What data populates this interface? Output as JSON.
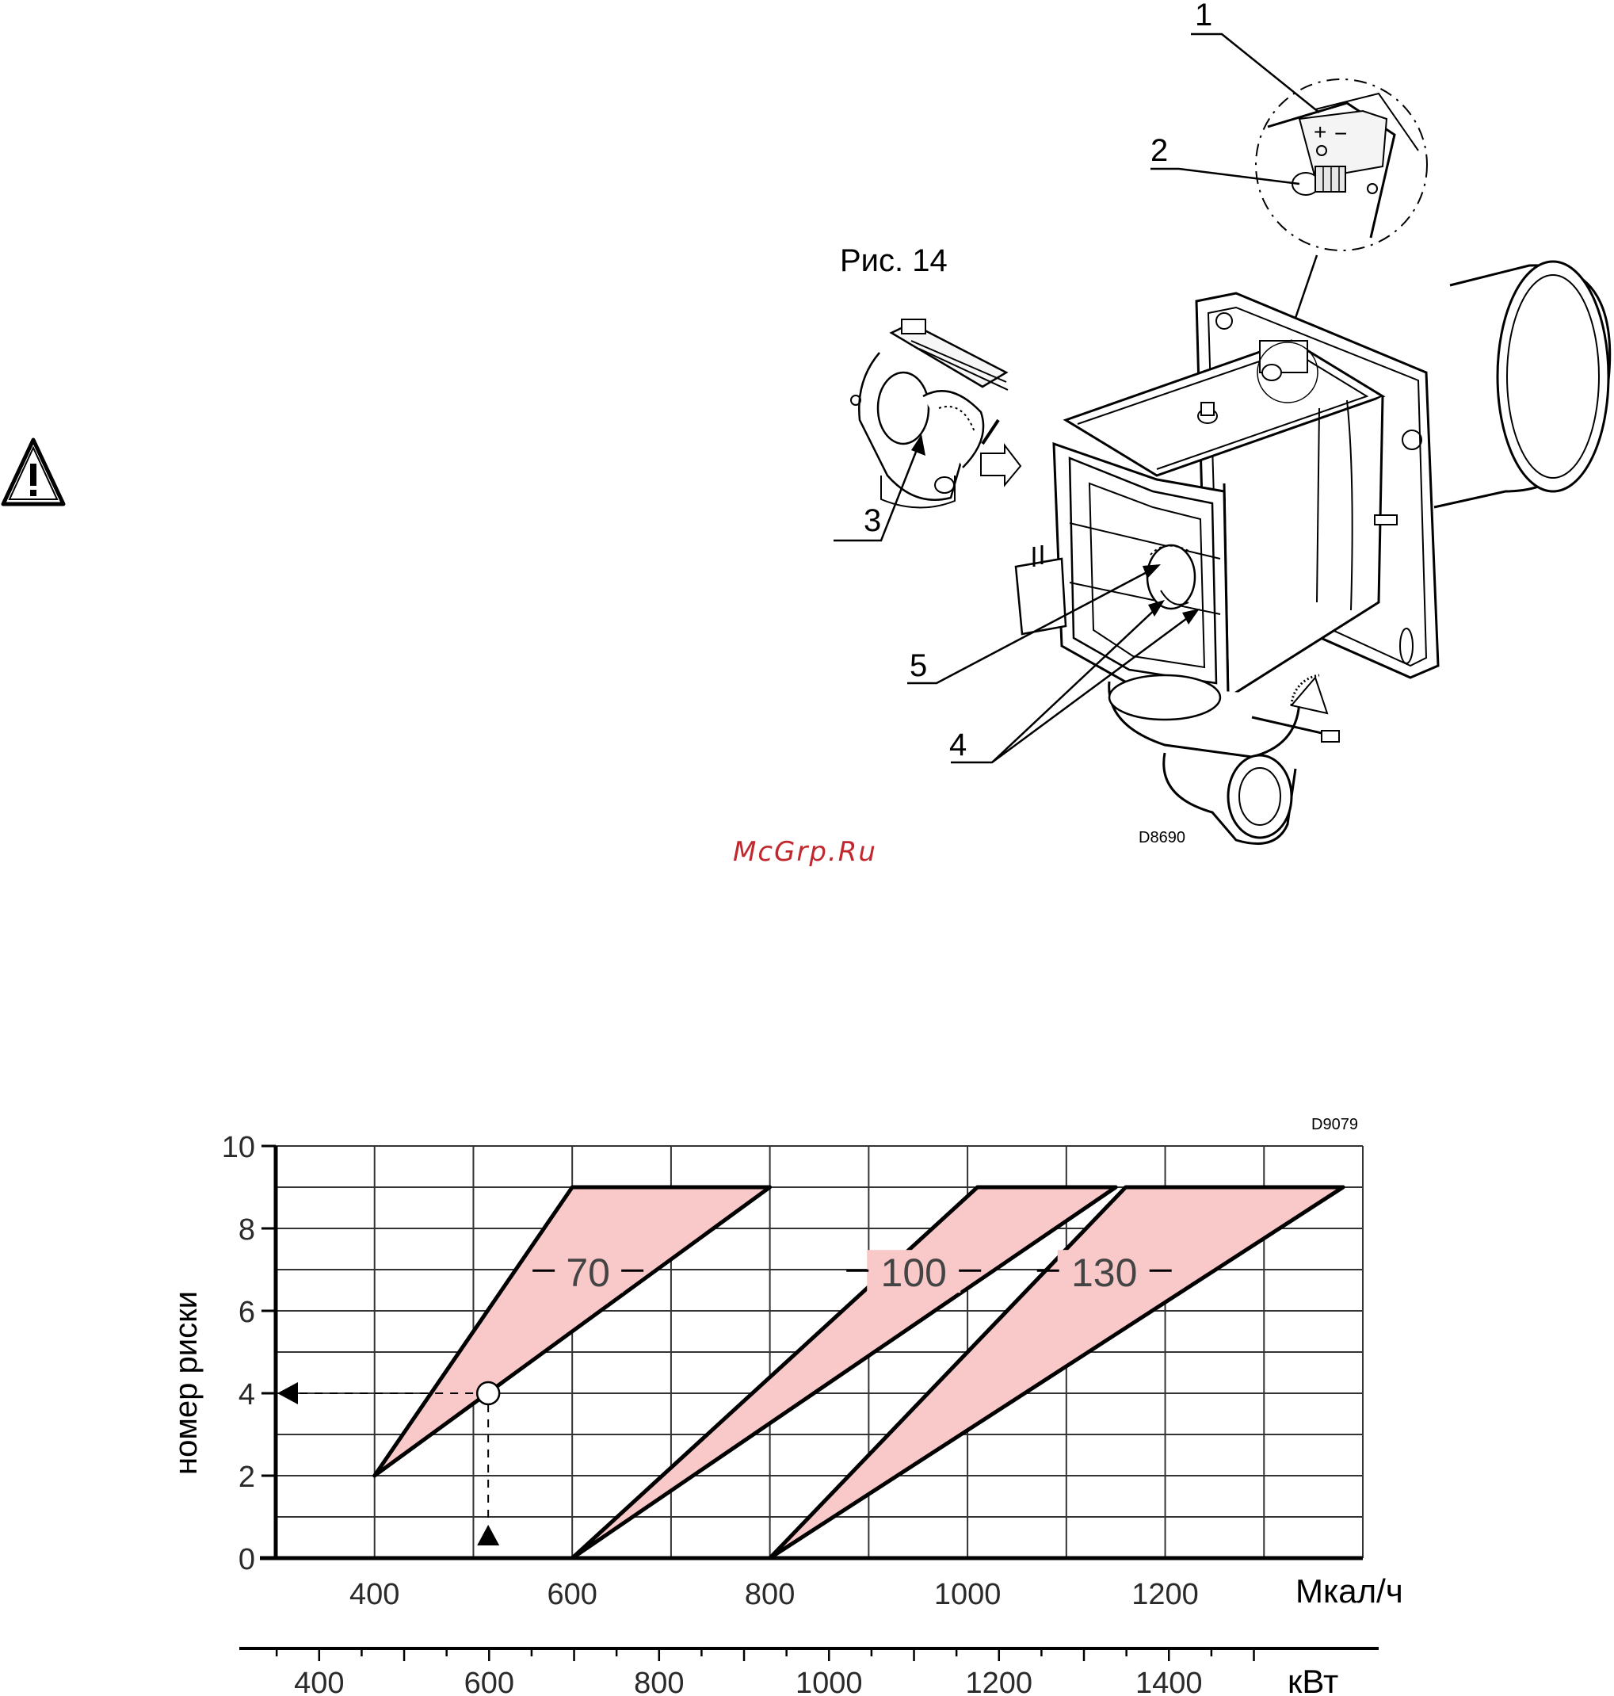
{
  "figure": {
    "caption": "Рис. 14",
    "code": "D8690",
    "callouts": [
      "1",
      "2",
      "3",
      "4",
      "5"
    ]
  },
  "detail": {
    "minus": "−",
    "plus": "+"
  },
  "watermark": "McGrp.Ru",
  "warning_icon": "warning-triangle-icon",
  "chart_data": {
    "type": "area",
    "code": "D9079",
    "ylabel": "номер риски",
    "xlabel": "Мкал/ч",
    "x2label": "кВт",
    "xlim": [
      300,
      1400
    ],
    "ylim": [
      0,
      10
    ],
    "x_ticks": [
      400,
      600,
      800,
      1000,
      1200
    ],
    "y_ticks": [
      0,
      2,
      4,
      6,
      8,
      10
    ],
    "x2_ticks": [
      400,
      600,
      800,
      1000,
      1200,
      1400
    ],
    "x2_per_x": 1.163,
    "grid": true,
    "fill_color": "#f9c9c9",
    "series": [
      {
        "name": "70",
        "polygon": [
          [
            400,
            2
          ],
          [
            600,
            9
          ],
          [
            800,
            9
          ]
        ]
      },
      {
        "name": "100",
        "polygon": [
          [
            600,
            0
          ],
          [
            1010,
            9
          ],
          [
            1150,
            9
          ]
        ]
      },
      {
        "name": "130",
        "polygon": [
          [
            800,
            0
          ],
          [
            1160,
            9
          ],
          [
            1380,
            9
          ]
        ]
      }
    ],
    "example": {
      "x": 515,
      "y": 4
    }
  }
}
